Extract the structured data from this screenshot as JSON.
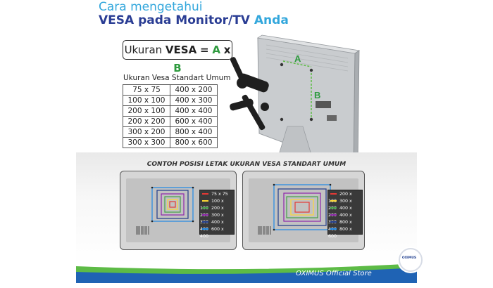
{
  "header": {
    "title_line1": "Cara mengetahui",
    "title_line2_main": "VESA pada Monitor/TV",
    "title_line2_accent": "Anda"
  },
  "formula": {
    "prefix": "Ukuran",
    "vesa": "VESA",
    "equals": "=",
    "a": "A",
    "x": "x",
    "b": "B"
  },
  "diagram_labels": {
    "a": "A",
    "b": "B"
  },
  "vesa_table": {
    "caption": "Ukuran Vesa Standart Umum",
    "rows": [
      [
        "75 x 75",
        "400 x 200"
      ],
      [
        "100 x 100",
        "400 x 300"
      ],
      [
        "200 x 100",
        "400 x 400"
      ],
      [
        "200 x 200",
        "600 x 400"
      ],
      [
        "300 x 200",
        "800 x 400"
      ],
      [
        "300 x 300",
        "800 x 600"
      ]
    ]
  },
  "examples": {
    "caption": "CONTOH POSISI LETAK UKURAN VESA STANDART UMUM",
    "left_legend": [
      {
        "label": "75 x 75",
        "color": "#e53935"
      },
      {
        "label": "100 x 100",
        "color": "#fdd835"
      },
      {
        "label": "200 x 200",
        "color": "#43a047"
      },
      {
        "label": "300 x 300",
        "color": "#8e24aa"
      },
      {
        "label": "400 x 400",
        "color": "#1e3a8a"
      },
      {
        "label": "600 x 400",
        "color": "#1e88e5"
      }
    ],
    "right_legend": [
      {
        "label": "200 x 100",
        "color": "#e53935"
      },
      {
        "label": "300 x 200",
        "color": "#fdd835"
      },
      {
        "label": "400 x 200",
        "color": "#43a047"
      },
      {
        "label": "400 x 300",
        "color": "#8e24aa"
      },
      {
        "label": "800 x 400",
        "color": "#1e3a8a"
      },
      {
        "label": "800 x 600",
        "color": "#1e88e5"
      }
    ]
  },
  "footer": {
    "store_name": "OXIMUS Official Store",
    "logo_text": "OXIMUS",
    "colors": {
      "green": "#5dbb46",
      "blue": "#1f63b4"
    }
  }
}
